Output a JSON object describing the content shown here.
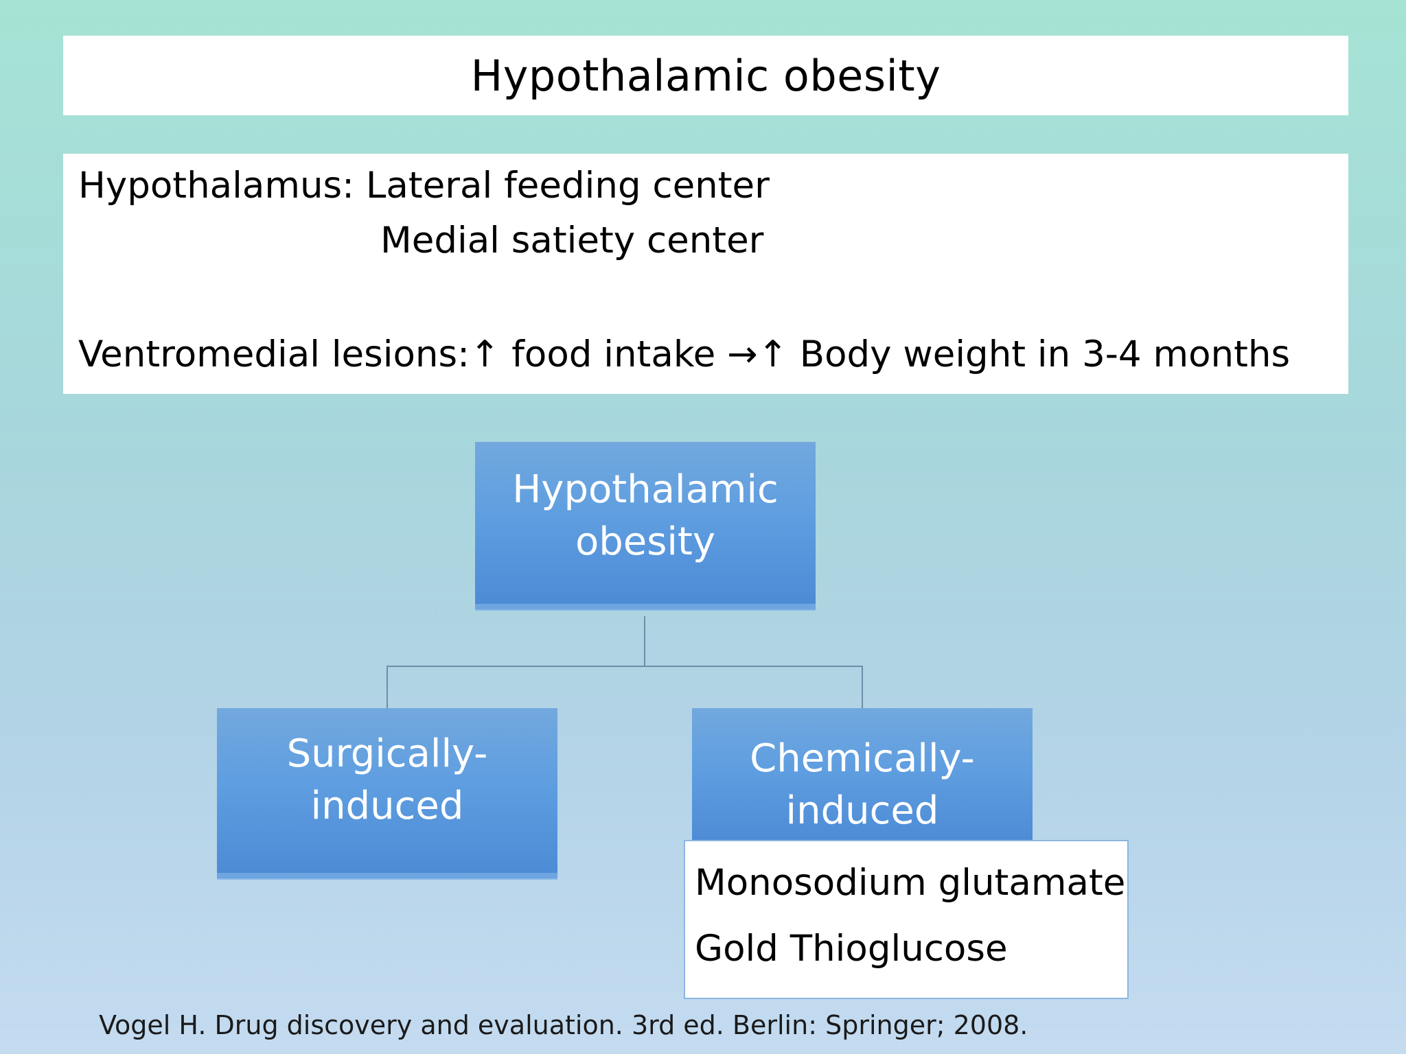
{
  "title": "Hypothalamic obesity",
  "info": {
    "line1": "Hypothalamus: Lateral feeding center",
    "line2": "Medial satiety center",
    "line3": "Ventromedial lesions:↑ food intake →↑ Body weight in 3-4 months"
  },
  "diagram": {
    "root": [
      "Hypothalamic",
      "obesity"
    ],
    "left": [
      "Surgically-",
      "induced"
    ],
    "right": [
      "Chemically-",
      "induced"
    ],
    "right_children": [
      "Monosodium glutamate",
      "Gold Thioglucose"
    ]
  },
  "citation": "Vogel H. Drug discovery and evaluation. 3rd ed. Berlin: Springer; 2008."
}
